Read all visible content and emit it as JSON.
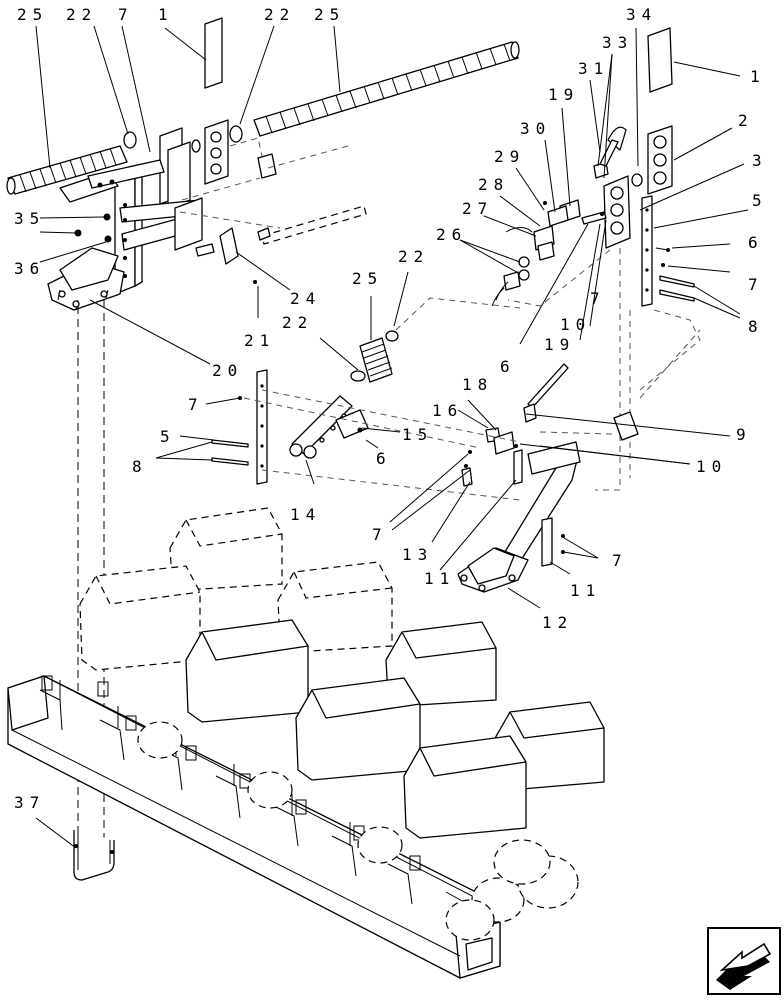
{
  "diagram": {
    "callouts": [
      {
        "id": "c-25-left",
        "text": "25"
      },
      {
        "id": "c-22-left",
        "text": "22"
      },
      {
        "id": "c-7-left-top",
        "text": "7"
      },
      {
        "id": "c-1-top",
        "text": "1"
      },
      {
        "id": "c-22-top",
        "text": "22"
      },
      {
        "id": "c-25-top",
        "text": "25"
      },
      {
        "id": "c-34",
        "text": "34"
      },
      {
        "id": "c-33",
        "text": "33"
      },
      {
        "id": "c-31",
        "text": "31"
      },
      {
        "id": "c-19-top",
        "text": "19"
      },
      {
        "id": "c-30",
        "text": "30"
      },
      {
        "id": "c-29",
        "text": "29"
      },
      {
        "id": "c-28",
        "text": "28"
      },
      {
        "id": "c-27",
        "text": "27"
      },
      {
        "id": "c-26",
        "text": "26"
      },
      {
        "id": "c-1-right",
        "text": "1"
      },
      {
        "id": "c-2-right",
        "text": "2"
      },
      {
        "id": "c-3-right",
        "text": "3"
      },
      {
        "id": "c-5-right",
        "text": "5"
      },
      {
        "id": "c-6-right",
        "text": "6"
      },
      {
        "id": "c-7-right",
        "text": "7"
      },
      {
        "id": "c-8-right",
        "text": "8"
      },
      {
        "id": "c-35",
        "text": "35"
      },
      {
        "id": "c-36",
        "text": "36"
      },
      {
        "id": "c-24",
        "text": "24"
      },
      {
        "id": "c-21",
        "text": "21"
      },
      {
        "id": "c-25-mid",
        "text": "25"
      },
      {
        "id": "c-22-mid-top",
        "text": "22"
      },
      {
        "id": "c-22-mid",
        "text": "22"
      },
      {
        "id": "c-6-mid",
        "text": "6"
      },
      {
        "id": "c-19-mid",
        "text": "19"
      },
      {
        "id": "c-10-mid",
        "text": "10"
      },
      {
        "id": "c-7-mid-right",
        "text": "7"
      },
      {
        "id": "c-20",
        "text": "20"
      },
      {
        "id": "c-7-mid-left",
        "text": "7"
      },
      {
        "id": "c-5-mid-left",
        "text": "5"
      },
      {
        "id": "c-8-mid-left",
        "text": "8"
      },
      {
        "id": "c-14",
        "text": "14"
      },
      {
        "id": "c-15",
        "text": "15"
      },
      {
        "id": "c-6-low",
        "text": "6"
      },
      {
        "id": "c-18",
        "text": "18"
      },
      {
        "id": "c-16",
        "text": "16"
      },
      {
        "id": "c-9",
        "text": "9"
      },
      {
        "id": "c-10-low",
        "text": "10"
      },
      {
        "id": "c-7-low",
        "text": "7"
      },
      {
        "id": "c-13",
        "text": "13"
      },
      {
        "id": "c-11-left",
        "text": "11"
      },
      {
        "id": "c-7-low-right",
        "text": "7"
      },
      {
        "id": "c-11-right",
        "text": "11"
      },
      {
        "id": "c-12",
        "text": "12"
      },
      {
        "id": "c-37",
        "text": "37"
      }
    ]
  },
  "nav": {
    "icon": "next-page-arrow-icon"
  }
}
